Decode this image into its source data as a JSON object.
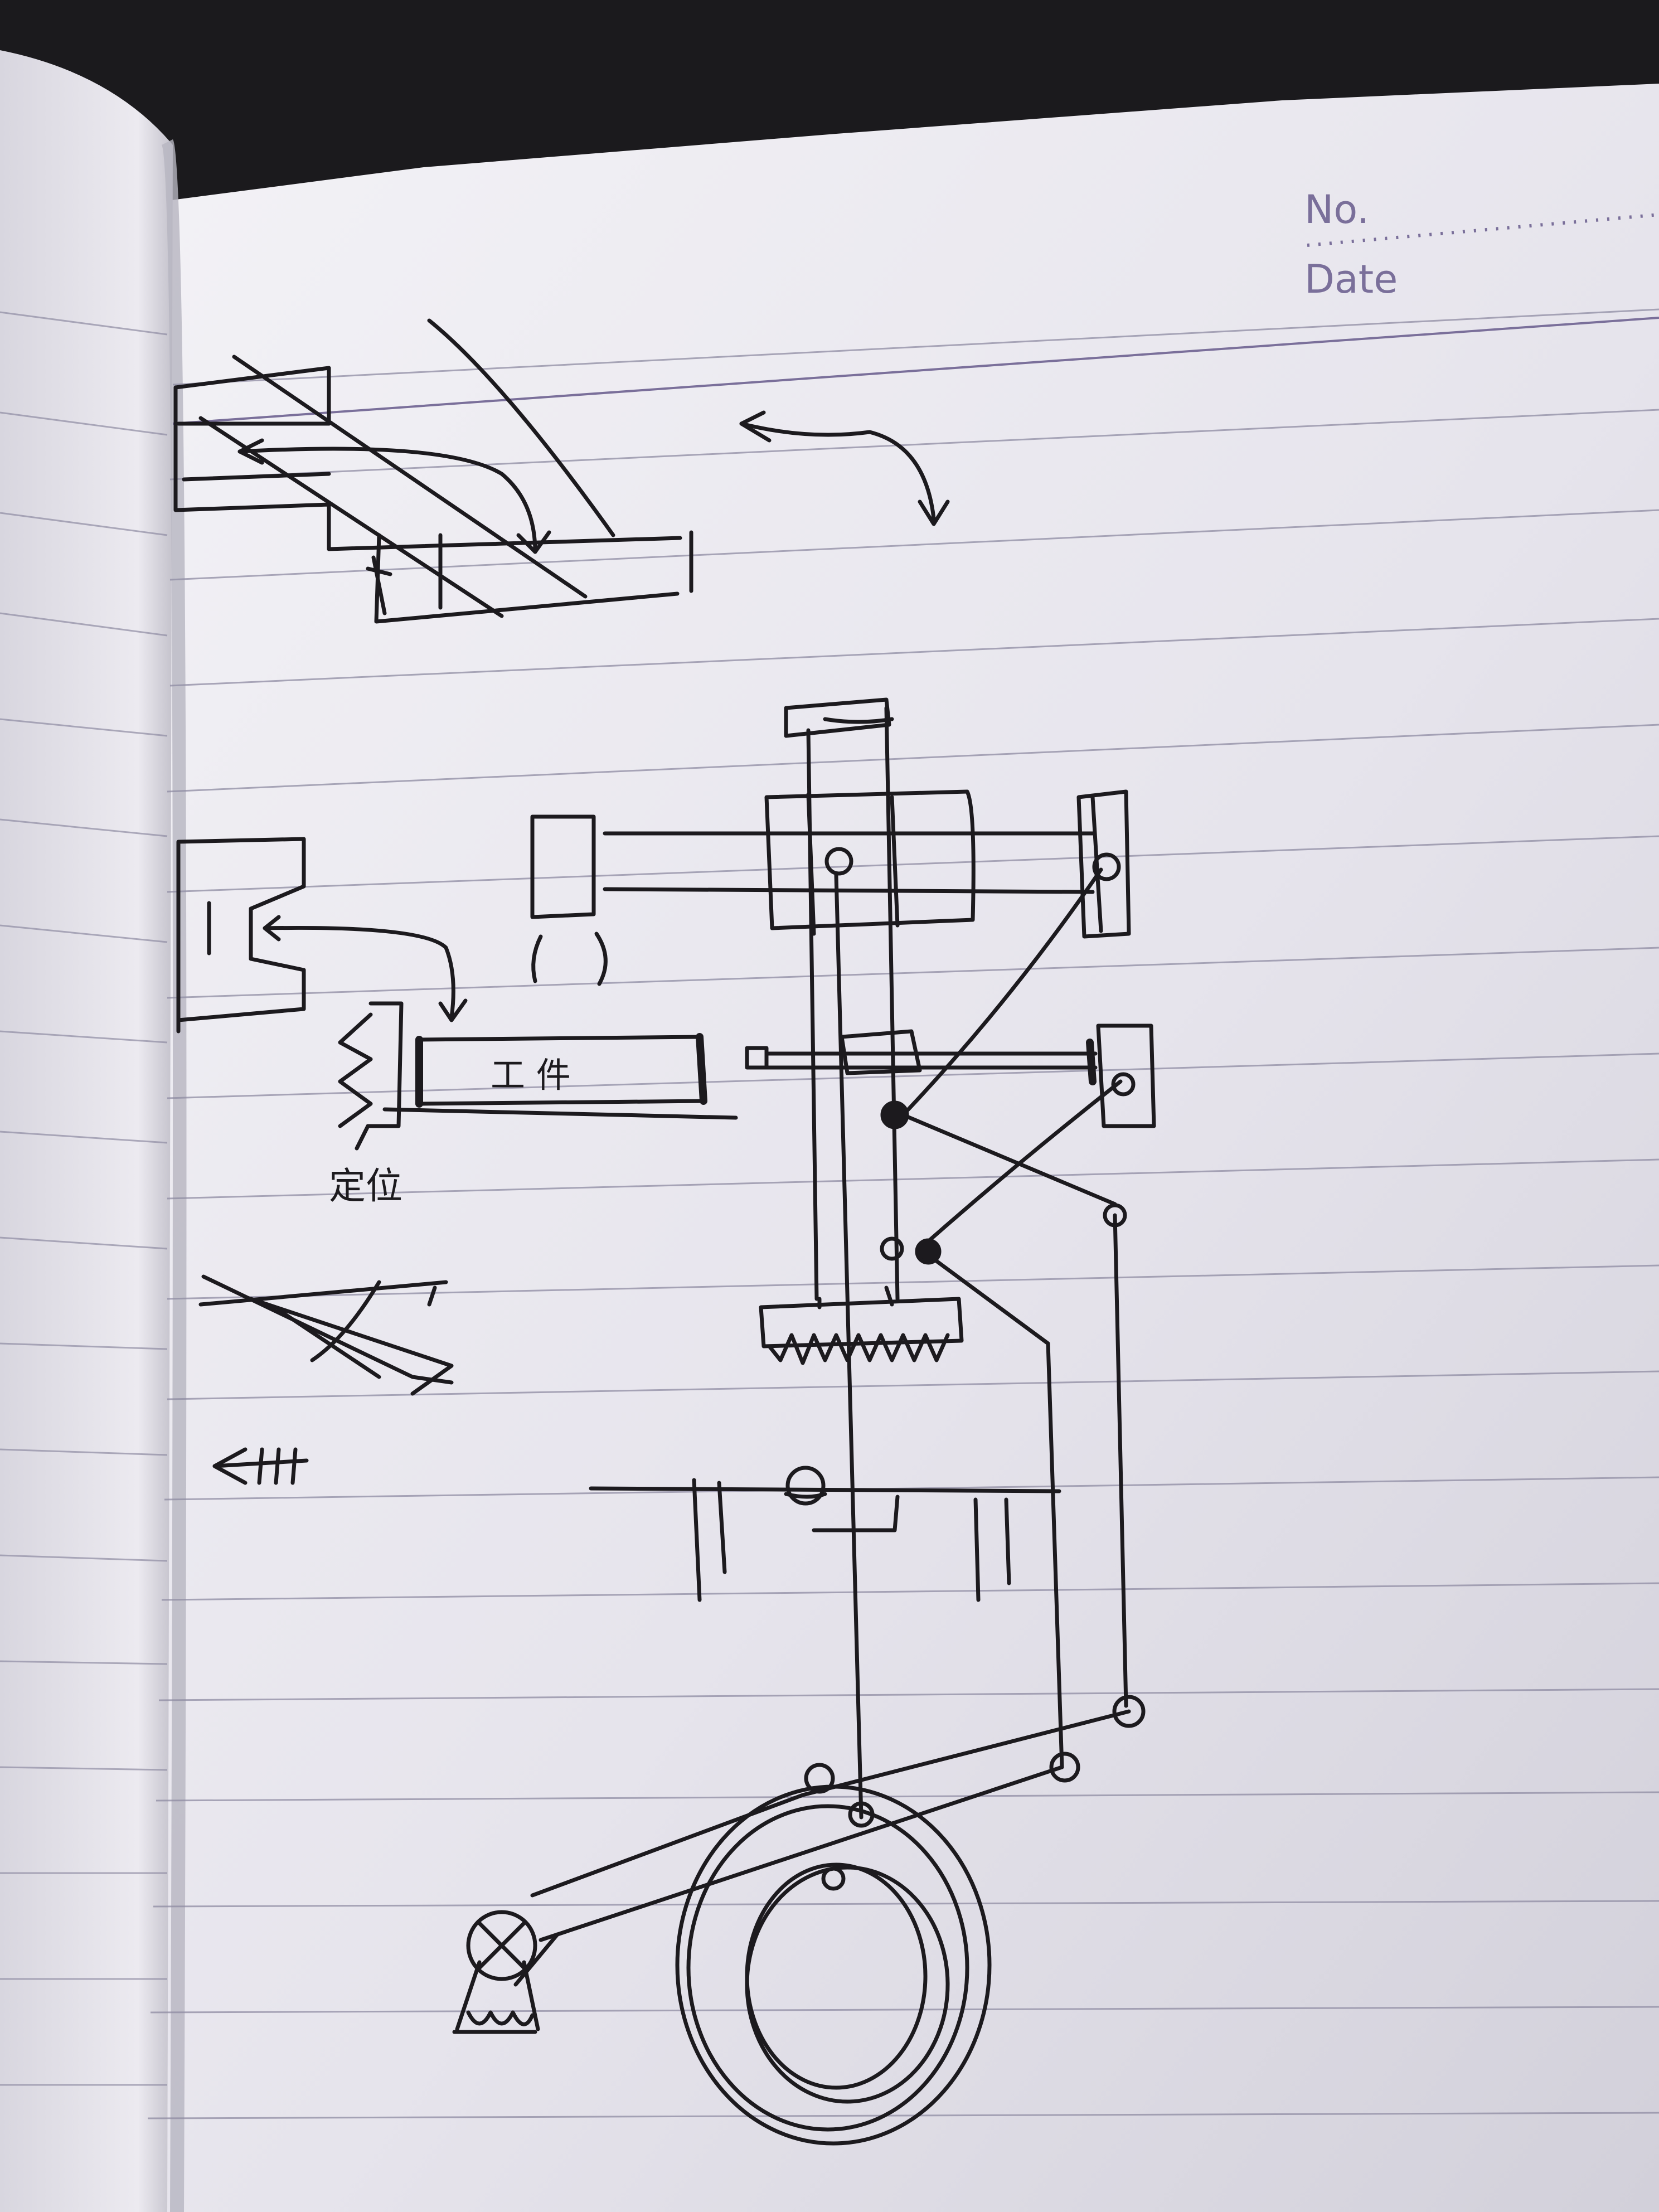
{
  "notebook": {
    "header": {
      "number_label": "No.",
      "date_label": "Date"
    },
    "colors": {
      "paper": "#e9e7ee",
      "paper_shadow": "#c9c7d0",
      "rule_line": "#8f8ca3",
      "header_ink": "#7a6f9a",
      "ink": "#1c1a1e",
      "background": "#1b1a1d"
    }
  },
  "sketch": {
    "workpiece_label": "工 件",
    "locator_label": "定位"
  }
}
